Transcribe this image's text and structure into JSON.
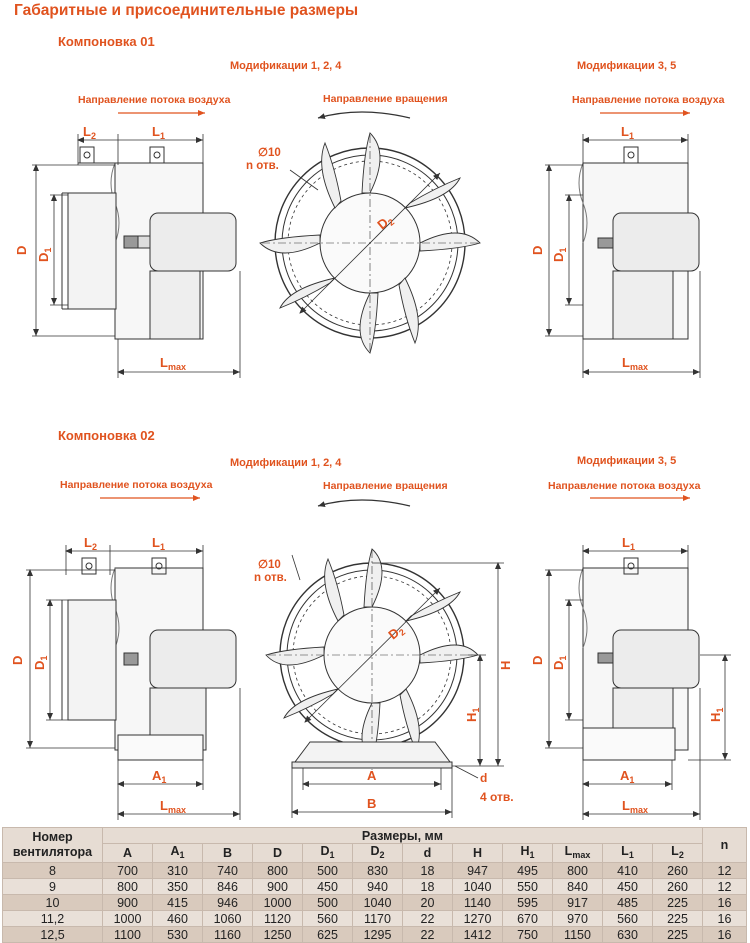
{
  "title": "Габаритные и присоединительные размеры",
  "layouts": [
    {
      "name": "Компоновка 01",
      "mods_left": "Модификации 1, 2, 4",
      "mods_right": "Модификации 3, 5",
      "flow_left": "Направление потока воздуха",
      "rotation": "Направление вращения",
      "flow_right": "Направление потока воздуха",
      "hole": "∅10",
      "hole_count": "n отв."
    },
    {
      "name": "Компоновка 02",
      "mods_left": "Модификации 1, 2, 4",
      "mods_right": "Модификации 3, 5",
      "flow_left": "Направление потока воздуха",
      "rotation": "Направление вращения",
      "flow_right": "Направление потока воздуха",
      "hole": "∅10",
      "hole_count": "n отв.",
      "foot_hole": "d",
      "foot_hole_count": "4 отв."
    }
  ],
  "dim_labels": {
    "L": "L",
    "L1_sub": "1",
    "L2_sub": "2",
    "Lmax_sub": "max",
    "D": "D",
    "D1_sub": "1",
    "D2_sub": "2",
    "H": "H",
    "H1_sub": "1",
    "A": "A",
    "A1_sub": "1",
    "B": "B"
  },
  "table": {
    "col_number": "Номер вентилятора",
    "col_sizes": "Размеры, мм",
    "col_n": "n",
    "headers": [
      {
        "main": "A",
        "sub": ""
      },
      {
        "main": "A",
        "sub": "1"
      },
      {
        "main": "B",
        "sub": ""
      },
      {
        "main": "D",
        "sub": ""
      },
      {
        "main": "D",
        "sub": "1"
      },
      {
        "main": "D",
        "sub": "2"
      },
      {
        "main": "d",
        "sub": ""
      },
      {
        "main": "H",
        "sub": ""
      },
      {
        "main": "H",
        "sub": "1"
      },
      {
        "main": "L",
        "sub": "max"
      },
      {
        "main": "L",
        "sub": "1"
      },
      {
        "main": "L",
        "sub": "2"
      }
    ],
    "rows": [
      [
        "8",
        "700",
        "310",
        "740",
        "800",
        "500",
        "830",
        "18",
        "947",
        "495",
        "800",
        "410",
        "260",
        "12"
      ],
      [
        "9",
        "800",
        "350",
        "846",
        "900",
        "450",
        "940",
        "18",
        "1040",
        "550",
        "840",
        "450",
        "260",
        "12"
      ],
      [
        "10",
        "900",
        "415",
        "946",
        "1000",
        "500",
        "1040",
        "20",
        "1140",
        "595",
        "917",
        "485",
        "225",
        "16"
      ],
      [
        "11,2",
        "1000",
        "460",
        "1060",
        "1120",
        "560",
        "1170",
        "22",
        "1270",
        "670",
        "970",
        "560",
        "225",
        "16"
      ],
      [
        "12,5",
        "1100",
        "530",
        "1160",
        "1250",
        "625",
        "1295",
        "22",
        "1412",
        "750",
        "1150",
        "630",
        "225",
        "16"
      ]
    ]
  },
  "colors": {
    "accent": "#e0531f",
    "line": "#333333",
    "table_dark": "#d9cabd",
    "table_light": "#e9e0d8"
  }
}
